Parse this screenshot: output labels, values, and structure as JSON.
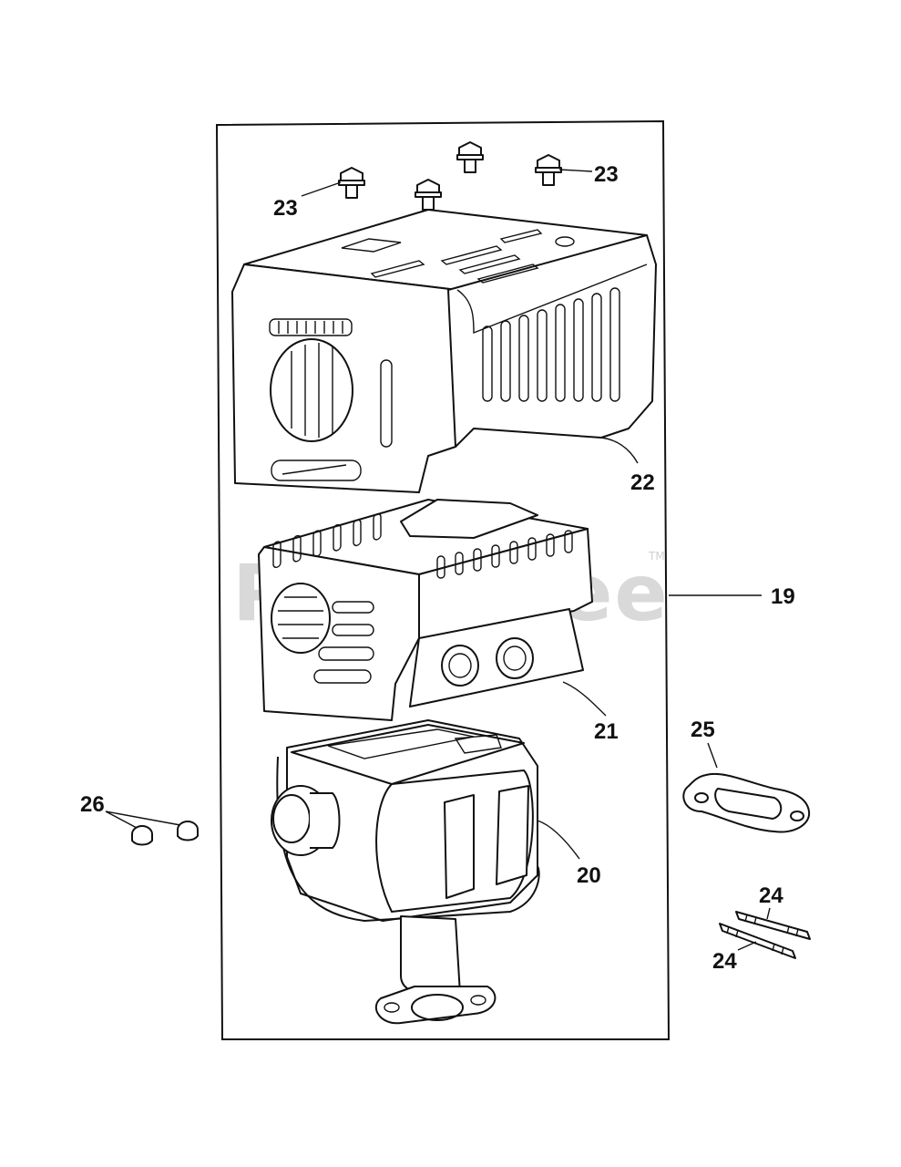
{
  "watermark": {
    "text": "PartsTree",
    "tm": "TM"
  },
  "callouts": {
    "c19": "19",
    "c20": "20",
    "c21": "21",
    "c22": "22",
    "c23a": "23",
    "c23b": "23",
    "c24a": "24",
    "c24b": "24",
    "c25": "25",
    "c26": "26"
  }
}
